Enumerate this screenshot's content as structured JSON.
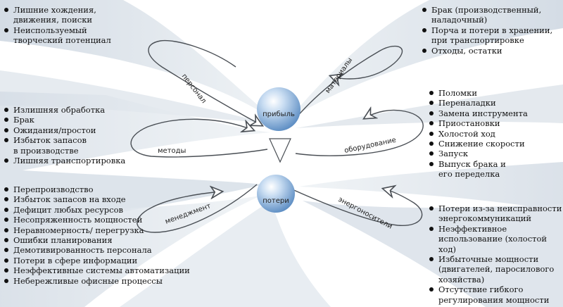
{
  "center": {
    "top_sphere": "прибыль",
    "bottom_sphere": "потери"
  },
  "paths": {
    "personnel": "персонал",
    "materials": "материалы",
    "methods": "методы",
    "equipment": "оборудование",
    "management": "менеджмент",
    "energy": "энергоносители"
  },
  "lists": {
    "personnel": [
      "Лишние хождения,\nдвижения, поиски",
      "Неиспользуемый\nтворческий потенциал"
    ],
    "materials": [
      "Брак (производственный,\nналадочный)",
      "Порча и потери в хранении,\nпри транспортировке",
      "Отходы, остатки"
    ],
    "methods": [
      "Излишняя обработка",
      "Брак",
      "Ожидания/простои",
      "Избыток запасов\nв производстве",
      "Лишняя транспортировка"
    ],
    "equipment": [
      "Поломки",
      "Переналадки",
      "Замена инструмента",
      "Приостановки",
      "Холостой ход",
      "Снижение скорости",
      "Запуск",
      "Выпуск брака и\nего переделка"
    ],
    "management": [
      "Перепроизводство",
      "Избыток запасов на входе",
      "Дефицит любых ресурсов",
      "Несопряженность мощностей",
      "Неравномерность/ перегрузка",
      "Ошибки планирования",
      "Демотивированность персонала",
      "Потери в сфере информации",
      "Неэффективные системы автоматизации",
      "Небережливые офисные процессы"
    ],
    "energy": [
      "Потери из-за неисправности\nэнергокоммуникаций",
      "Неэффективное\nиспользование (холостой ход)",
      "Избыточные мощности\n(двигателей, паросилового\nхозяйства)",
      "Отсутствие гибкого\nрегулирования мощности"
    ]
  },
  "colors": {
    "band_light": "#e3e8ee",
    "band_mid": "#cdd6e0",
    "sphere": "#8fb4dc",
    "line": "#4a4f55"
  }
}
